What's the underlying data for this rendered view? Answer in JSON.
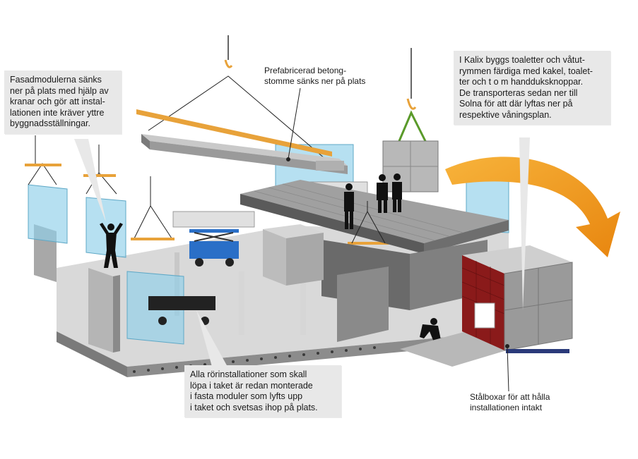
{
  "callouts": {
    "facade": "Fasadmodulerna sänks\nner på plats med hjälp av\nkranar och gör att instal-\nlationen inte kräver yttre\nbyggnadsställningar.",
    "kalix": "I Kalix byggs toaletter och våtut-\nrymmen färdiga med kakel, toalet-\nter och t o m handduksknoppar.\nDe transporteras sedan ner till\nSolna för att där lyftas ner på\nrespektive våningsplan.",
    "pipes": "Alla rörinstallationer som skall\nlöpa i taket är redan monterade\ni fasta moduler som lyfts upp\ni taket och svetsas ihop på plats."
  },
  "labels": {
    "concrete": "Prefabricerad betong-\nstomme sänks ner på plats",
    "steel_boxes": "Stålboxar för att hålla\ninstallationen intakt"
  },
  "colors": {
    "arrow": "#f29a1a",
    "glass": "#8fd0ea",
    "concrete": "#9a9a9a",
    "rail": "#e8a23a",
    "tile": "#8a1a1a",
    "callout_bg": "#e8e8e8"
  }
}
